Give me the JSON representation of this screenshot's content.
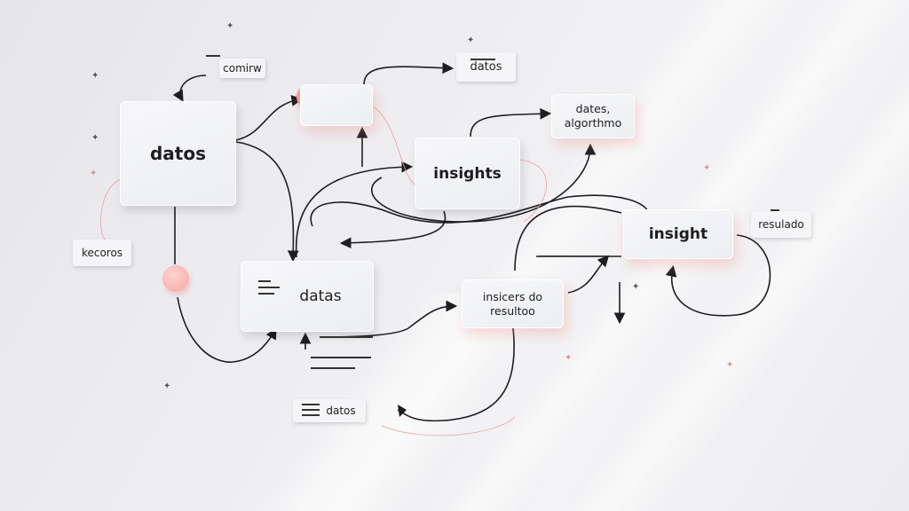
{
  "nodes": {
    "datos_main": "datos",
    "datas": "datas",
    "insights": "insights",
    "insight": "insight",
    "dates_algorithm": "dates,\nalgorthmo",
    "insicers_resultoo": "insicers do\nresultoo",
    "top_small": ""
  },
  "chips": {
    "comirw": "comirw",
    "datos_top": "datos",
    "kecoros": "kecoros",
    "resulado": "resulado",
    "datos_bottom": "datos"
  },
  "colors": {
    "coral": "#f27f70",
    "pink": "#f2a8a2",
    "wire": "#1e1e22"
  },
  "icons": [
    "sparkle-icon",
    "arrowhead-icon",
    "text-lines-icon"
  ]
}
